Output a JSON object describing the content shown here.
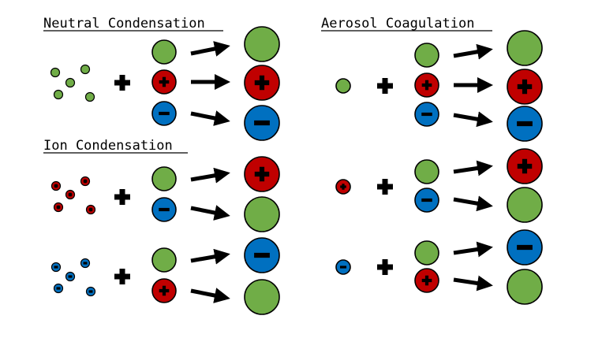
{
  "titles": {
    "neutral": "Neutral Condensation",
    "ion": "Ion Condensation",
    "aerosol": "Aerosol Coagulation"
  },
  "colors": {
    "green": "#70ad47",
    "red": "#c00000",
    "blue": "#0070c0",
    "outline": "#000000",
    "arrow": "#000000"
  },
  "charge_types": {
    "neutral": "none",
    "positive": "plus",
    "negative": "minus"
  }
}
